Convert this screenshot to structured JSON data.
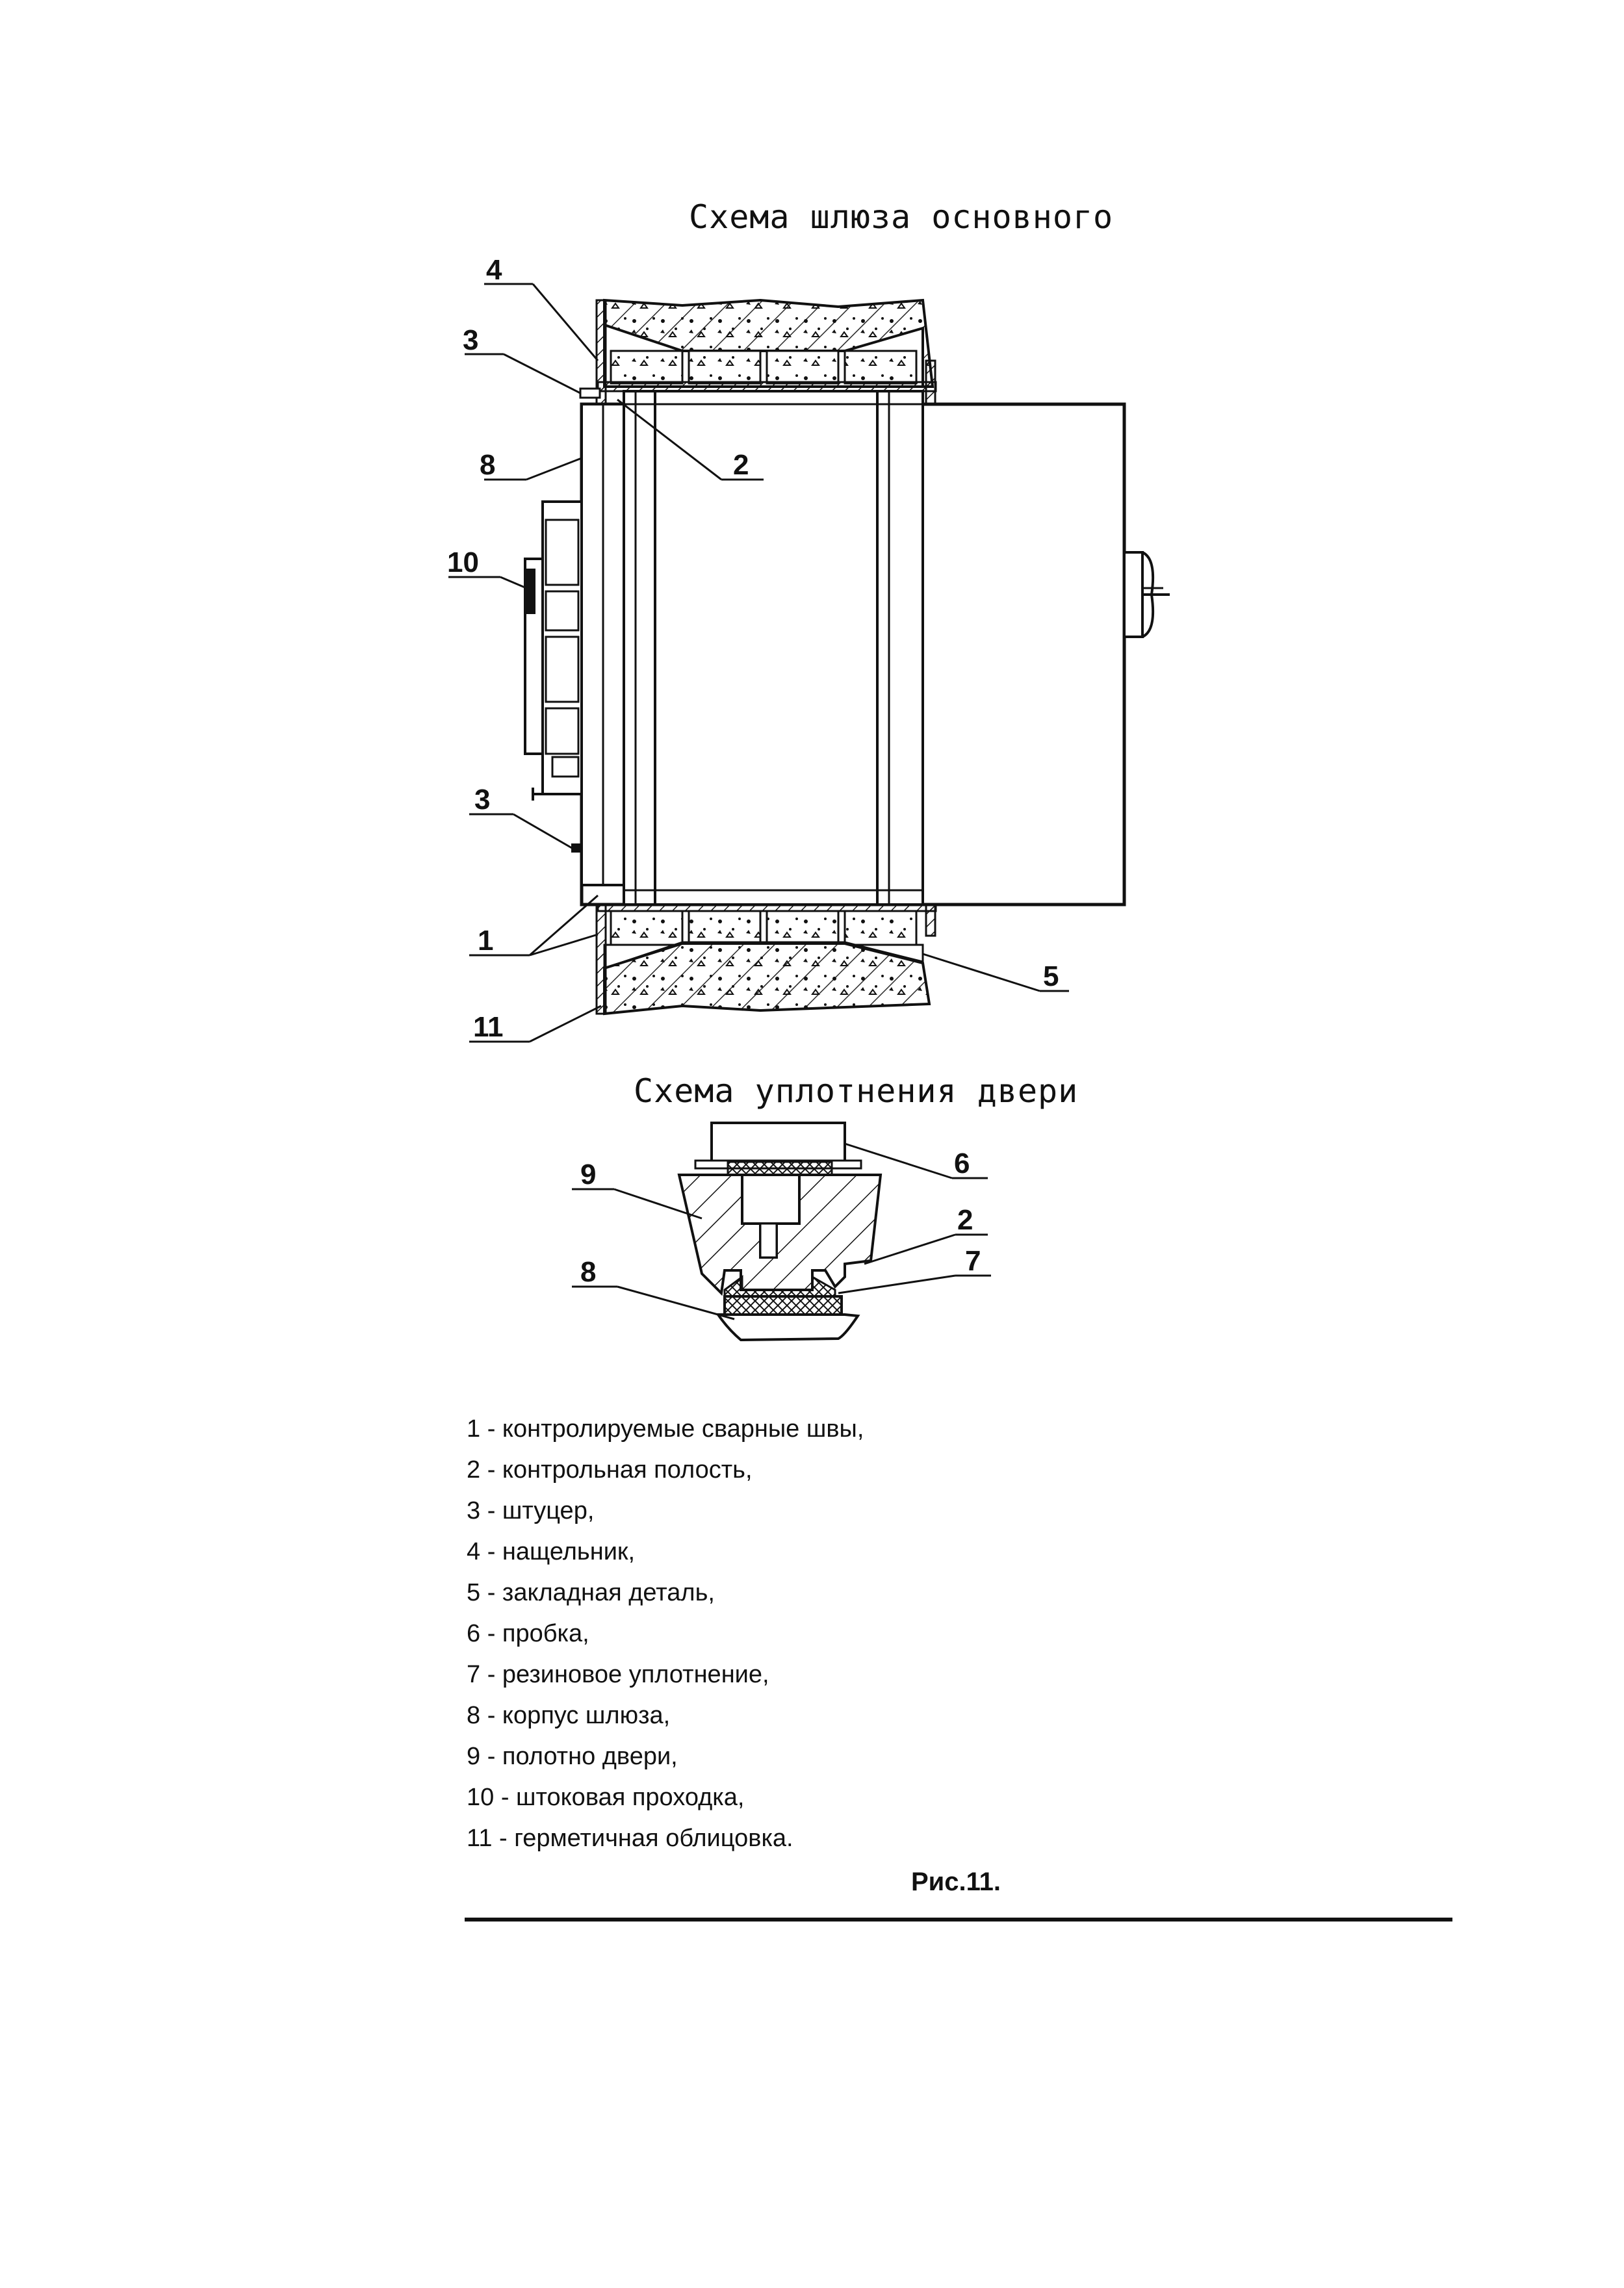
{
  "titles": {
    "main": "Схема шлюза основного",
    "seal": "Схема уплотнения двери"
  },
  "callouts": {
    "main": {
      "n4": "4",
      "n3_top": "3",
      "n8": "8",
      "n2": "2",
      "n10": "10",
      "n3_bottom": "3",
      "n1": "1",
      "n5": "5",
      "n11": "11"
    },
    "seal": {
      "n9": "9",
      "n6": "6",
      "n2": "2",
      "n8": "8",
      "n7": "7"
    }
  },
  "legend": [
    "1 - контролируемые сварные швы,",
    "2 - контрольная полость,",
    "3 - штуцер,",
    "4 - нащельник,",
    "5 - закладная деталь,",
    "6 - пробка,",
    "7 - резиновое уплотнение,",
    "8 - корпус шлюза,",
    "9 - полотно двери,",
    "10 - штоковая проходка,",
    "11 - герметичная облицовка."
  ],
  "figure_caption": "Рис.11."
}
